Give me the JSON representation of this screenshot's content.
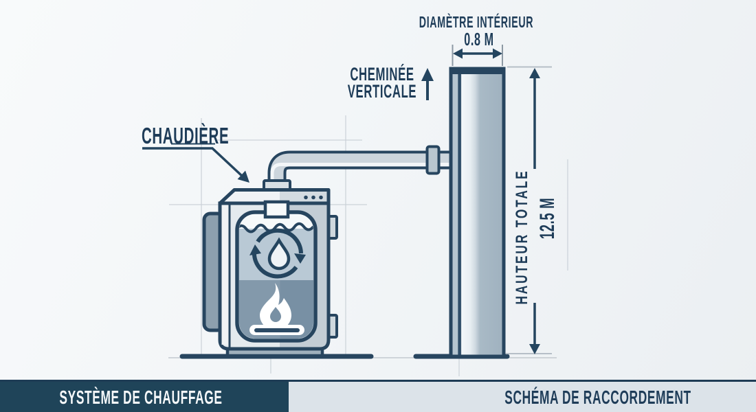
{
  "diagram": {
    "boiler_label": "CHAUDIÈRE",
    "chimney_label_line1": "CHEMINÉE",
    "chimney_label_line2": "VERTICALE",
    "diameter_caption": "DIAMÈTRE INTÉRIEUR",
    "diameter_value": "0.8 M",
    "height_caption": "HAUTEUR TOTALE",
    "height_value": "12.5 M"
  },
  "footer": {
    "left_title": "SYSTÈME DE CHAUFFAGE",
    "right_title": "SCHÉMA DE RACCORDEMENT"
  },
  "colors": {
    "ink_navy": "#24455f",
    "label_text": "#1e3c58",
    "footer_left_bg": "#1f4459",
    "footer_right_bg": "#dce3e9",
    "water_fill": "#b9c9d5",
    "firebox_fill": "#7e94a7",
    "background": "#f3f6f8"
  },
  "icons": {
    "flame": "flame-icon",
    "droplet": "water-droplet-icon",
    "recycle": "recycle-arrows-icon",
    "up_arrow": "up-arrow-icon",
    "double_arrow_horizontal": "diameter-arrow-icon",
    "double_arrow_vertical": "height-arrow-icon",
    "leader_arrow": "leader-arrow-icon"
  }
}
